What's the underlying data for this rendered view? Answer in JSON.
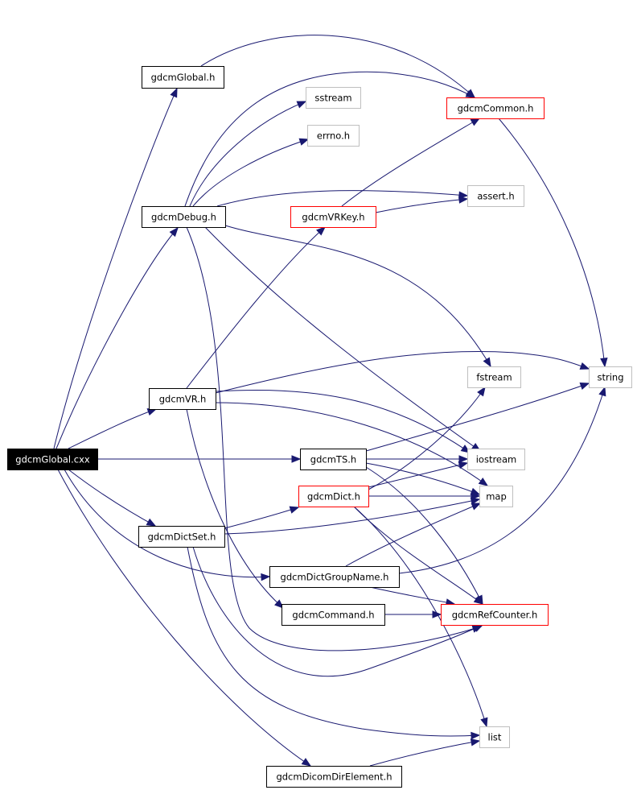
{
  "diagram": {
    "nodes": {
      "root": {
        "label": "gdcmGlobal.cxx",
        "style": "root"
      },
      "global_h": {
        "label": "gdcmGlobal.h",
        "style": "normal"
      },
      "debug_h": {
        "label": "gdcmDebug.h",
        "style": "normal"
      },
      "vr_h": {
        "label": "gdcmVR.h",
        "style": "normal"
      },
      "ts_h": {
        "label": "gdcmTS.h",
        "style": "normal"
      },
      "dictset_h": {
        "label": "gdcmDictSet.h",
        "style": "normal"
      },
      "dict_h": {
        "label": "gdcmDict.h",
        "style": "truncated"
      },
      "dictgroupname_h": {
        "label": "gdcmDictGroupName.h",
        "style": "normal"
      },
      "command_h": {
        "label": "gdcmCommand.h",
        "style": "normal"
      },
      "dicomdirelement_h": {
        "label": "gdcmDicomDirElement.h",
        "style": "normal"
      },
      "common_h": {
        "label": "gdcmCommon.h",
        "style": "truncated"
      },
      "vrkey_h": {
        "label": "gdcmVRKey.h",
        "style": "truncated"
      },
      "refcounter_h": {
        "label": "gdcmRefCounter.h",
        "style": "truncated"
      },
      "sstream": {
        "label": "sstream",
        "style": "external"
      },
      "errno_h": {
        "label": "errno.h",
        "style": "external"
      },
      "assert_h": {
        "label": "assert.h",
        "style": "external"
      },
      "fstream": {
        "label": "fstream",
        "style": "external"
      },
      "string": {
        "label": "string",
        "style": "external"
      },
      "iostream": {
        "label": "iostream",
        "style": "external"
      },
      "map": {
        "label": "map",
        "style": "external"
      },
      "list": {
        "label": "list",
        "style": "external"
      }
    },
    "edges": [
      [
        "root",
        "global_h"
      ],
      [
        "root",
        "debug_h"
      ],
      [
        "root",
        "vr_h"
      ],
      [
        "root",
        "ts_h"
      ],
      [
        "root",
        "dictset_h"
      ],
      [
        "root",
        "dictgroupname_h"
      ],
      [
        "root",
        "dicomdirelement_h"
      ],
      [
        "global_h",
        "common_h"
      ],
      [
        "debug_h",
        "common_h"
      ],
      [
        "debug_h",
        "sstream"
      ],
      [
        "debug_h",
        "errno_h"
      ],
      [
        "debug_h",
        "assert_h"
      ],
      [
        "debug_h",
        "fstream"
      ],
      [
        "debug_h",
        "iostream"
      ],
      [
        "debug_h",
        "refcounter_h"
      ],
      [
        "common_h",
        "string"
      ],
      [
        "vrkey_h",
        "common_h"
      ],
      [
        "vrkey_h",
        "assert_h"
      ],
      [
        "vr_h",
        "vrkey_h"
      ],
      [
        "vr_h",
        "string"
      ],
      [
        "vr_h",
        "iostream"
      ],
      [
        "vr_h",
        "map"
      ],
      [
        "vr_h",
        "command_h"
      ],
      [
        "ts_h",
        "string"
      ],
      [
        "ts_h",
        "iostream"
      ],
      [
        "ts_h",
        "map"
      ],
      [
        "ts_h",
        "refcounter_h"
      ],
      [
        "dictset_h",
        "dict_h"
      ],
      [
        "dictset_h",
        "map"
      ],
      [
        "dictset_h",
        "refcounter_h"
      ],
      [
        "dictset_h",
        "list"
      ],
      [
        "dict_h",
        "fstream"
      ],
      [
        "dict_h",
        "iostream"
      ],
      [
        "dict_h",
        "map"
      ],
      [
        "dict_h",
        "refcounter_h"
      ],
      [
        "dict_h",
        "list"
      ],
      [
        "dictgroupname_h",
        "map"
      ],
      [
        "dictgroupname_h",
        "string"
      ],
      [
        "dictgroupname_h",
        "refcounter_h"
      ],
      [
        "command_h",
        "refcounter_h"
      ],
      [
        "dicomdirelement_h",
        "list"
      ]
    ]
  },
  "colors": {
    "edge": "#191970",
    "root_fill": "#000000",
    "root_text": "#ffffff",
    "node_border": "#000000",
    "truncated_border": "#ff0000",
    "external_border": "#bfbfbf",
    "text": "#000000"
  }
}
